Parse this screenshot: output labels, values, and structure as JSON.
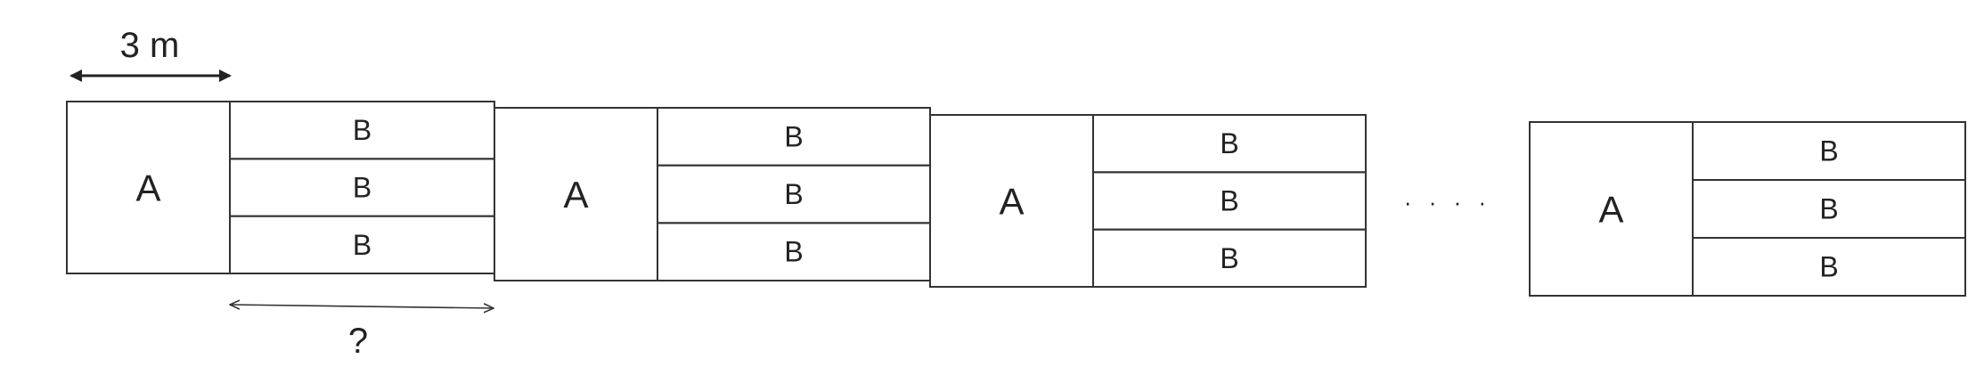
{
  "dimension_label": "3 m",
  "unknown_label": "?",
  "ellipsis": "· · · ·",
  "groups": [
    {
      "a_label": "A",
      "b_labels": [
        "B",
        "B",
        "B"
      ]
    },
    {
      "a_label": "A",
      "b_labels": [
        "B",
        "B",
        "B"
      ]
    },
    {
      "a_label": "A",
      "b_labels": [
        "B",
        "B",
        "B"
      ]
    },
    {
      "a_label": "A",
      "b_labels": [
        "B",
        "B",
        "B"
      ]
    }
  ],
  "colors": {
    "line": "#333333",
    "text": "#222222",
    "background": "#ffffff"
  }
}
